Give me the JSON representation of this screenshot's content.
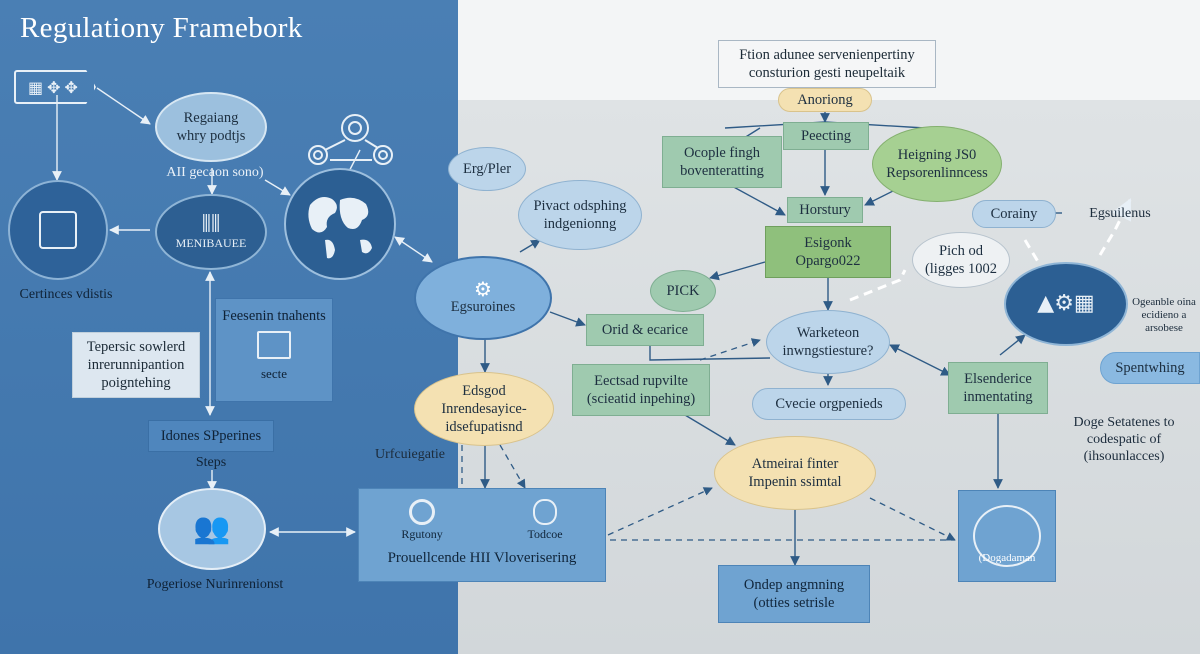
{
  "title": "Regulationy Framebork",
  "left": {
    "regulating_node": "Regaiang whry podtjs",
    "ai_label": "AII gecaon sono)",
    "central_node": "MENIBAUEE",
    "cortinces_label": "Certinces vdistis",
    "feesenin_box": {
      "title": "Feesenin tnahents",
      "sub": "secte"
    },
    "tepersic_box": "Tepersic sowlerd inrerunnipantion poigntehing",
    "idones_box": "Idones SPperines",
    "steps_label": "Steps",
    "pogeriose_label": "Pogeriose Nurinrenionst"
  },
  "middle": {
    "erg_node": "Erg/Pler",
    "pivact_node": "Pivact odsphing indgenionng",
    "egsuroines_node": "Egsuroines",
    "edsgod_node": "Edsgod Inrendesayice-idsefupatisnd",
    "urfcu_label": "Urfcuiegatie",
    "bottom_box": {
      "left": "Rgutony",
      "right": "Todcoe",
      "main": "Prouellcende HII Vloverisering"
    }
  },
  "right": {
    "header_box": "Ftion adunee servenienpertiny consturion gesti neupeltaik",
    "anoriong": "Anoriong",
    "peecting": "Peecting",
    "ocople_box": "Ocople fingh boventeratting",
    "heigning_node": "Heigning JS0 Repsorenlinncess",
    "horstury": "Horstury",
    "corainy": "Corainy",
    "egsuilenus": "Egsuilenus",
    "esigonk_box": "Esigonk Opargo022",
    "pich_node": "Pich od (ligges 1002",
    "pick_node": "PICK",
    "orid_box": "Orid & ecarice",
    "warketeon_node": "Warketeon inwngstiesture?",
    "elsenderice_box": "Elsenderice inmentating",
    "eectsad_box": "Eectsad rupvilte (scieatid inpehing)",
    "cvecie_node": "Cvecie orgpenieds",
    "atmeirai_node": "Atmeirai finter Impenin ssimtal",
    "ondep_box": "Ondep angmning (otties setrisle",
    "ogeanble_label": "Ogeanble oina ecidieno a arsobese",
    "spentwhing_label": "Spentwhing",
    "doge_label": "Doge Setatenes to codespatic of (ihsounlacces)",
    "dogadaman_label": "(Dogadaman"
  }
}
